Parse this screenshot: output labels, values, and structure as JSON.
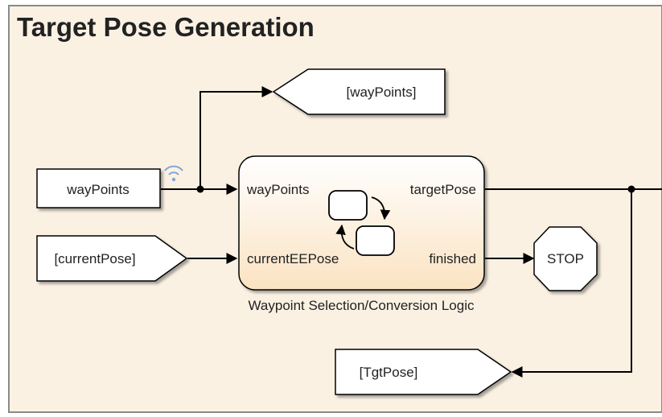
{
  "title": "Target Pose Generation",
  "colors": {
    "area_fill": "#fbf1e3",
    "area_border": "#8a8a8a",
    "title_text": "#555555",
    "line": "#000000",
    "signal_icon": "#7fa7d6"
  },
  "blocks": {
    "waypoints_from": "[wayPoints]",
    "waypoints_const": "wayPoints",
    "currentpose_from": "[currentPose]",
    "tgtpose_goto": "[TgtPose]",
    "stop": "STOP"
  },
  "chart_block": {
    "input_port_1": "wayPoints",
    "input_port_2": "currentEEPose",
    "output_port_1": "targetPose",
    "output_port_2": "finished",
    "caption": "Waypoint Selection/Conversion Logic"
  },
  "icons": [
    "signal-logging-icon",
    "stateflow-chart-icon"
  ]
}
